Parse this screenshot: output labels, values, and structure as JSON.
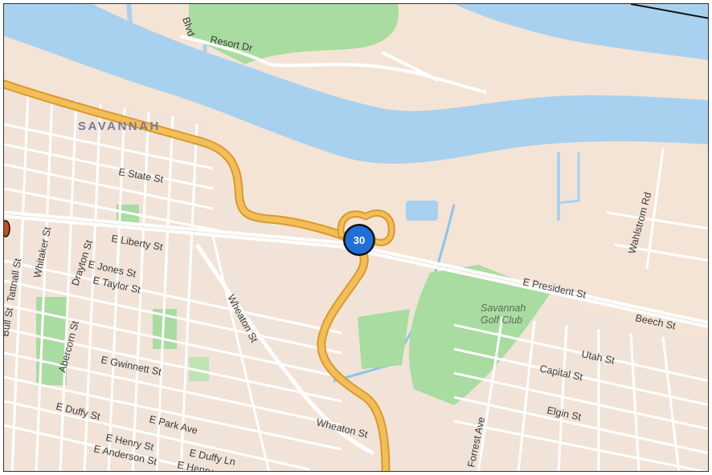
{
  "map": {
    "city_label": "SAVANNAH",
    "route_shield": {
      "number": "30",
      "color": "#1f6fd6"
    },
    "colors": {
      "water": "#a8d1ef",
      "land": "#f4e4d6",
      "park": "#a9dca0",
      "highway": "#f2be5a",
      "highway_casing": "#d99a2a",
      "street": "#ffffff"
    },
    "poi": {
      "golf_club_line1": "Savannah",
      "golf_club_line2": "Golf Club"
    },
    "streets": {
      "resort_dr": "Resort Dr",
      "blvd": "Blvd",
      "e_state_st": "E State St",
      "e_liberty_st": "E Liberty St",
      "e_president_st": "E President St",
      "beech_st": "Beech St",
      "wahlstrom_rd": "Wahlstrom Rd",
      "e_jones_st": "E Jones St",
      "e_taylor_st": "E Taylor St",
      "drayton_st": "Drayton St",
      "whitaker_st": "Whitaker St",
      "tattnall_st": "Tattnall St",
      "abercorn_st": "Abercorn St",
      "wheaton_st_north": "Wheaton St",
      "wheaton_st_south": "Wheaton St",
      "e_gwinnett_st": "E Gwinnett St",
      "e_duffy_st": "E Duffy St",
      "e_park_ave": "E Park Ave",
      "e_henry_st": "E Henry St",
      "e_anderson_st": "E Anderson St",
      "e_duffy_ln": "E Duffy Ln",
      "e_henry_ln": "E Henry",
      "utah_st": "Utah St",
      "capital_st": "Capital St",
      "elgin_st": "Elgin St",
      "forrest_ave": "Forrest Ave",
      "bull_st": "Bull St"
    }
  }
}
